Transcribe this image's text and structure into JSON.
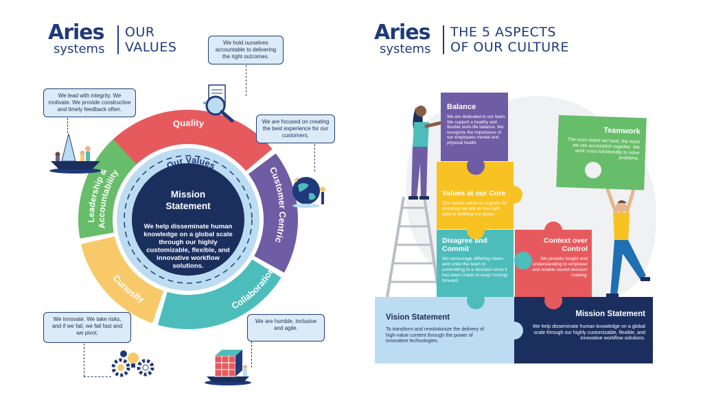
{
  "left": {
    "brand": "Aries",
    "brand_sub": "systems",
    "title_line1": "OUR",
    "title_line2": "VALUES",
    "wheel": {
      "segments": [
        {
          "label": "Quality",
          "color": "#e65a5e"
        },
        {
          "label": "Customer Centric",
          "color": "#6e5da4"
        },
        {
          "label": "Collaboration",
          "color": "#4dbdbc"
        },
        {
          "label": "Curiosity",
          "color": "#f8c969"
        },
        {
          "label": "Leadership & Accountability",
          "color": "#67bd6a"
        }
      ],
      "ring_label": "Our Values",
      "center_title_line1": "Mission",
      "center_title_line2": "Statement",
      "center_text": [
        "We help disseminate human",
        "knowledge on a global scale",
        "through our highly",
        "customizable, flexible, and",
        "innovative workflow",
        "solutions."
      ]
    },
    "bubbles": {
      "quality": "We hold ourselves accountable to delivering the right outcomes.",
      "leadership": "We lead with integrity. We motivate. We provide constructive and timely feedback often.",
      "customer": "We are focused on creating the best experience for our customers.",
      "curiosity": "We innovate. We take risks, and if we fail, we fail fast and we pivot.",
      "collaboration": "We are humble, inclusive and agile."
    }
  },
  "right": {
    "brand": "Aries",
    "brand_sub": "systems",
    "title_line1": "THE 5 ASPECTS",
    "title_line2": "OF OUR CULTURE",
    "pieces": {
      "balance": {
        "title": "Balance",
        "text": "We are dedicated to our team. We support a healthy and flexible work-life balance. We recognize the importance of our employees mental and physical health.",
        "color": "#6e5da4"
      },
      "teamwork": {
        "title": "Teamwork",
        "text": "The more talent we have, the more we can accomplish together. We work cross-functionally to solve problems.",
        "color": "#67bd6a"
      },
      "core": {
        "title": "Values at our Core",
        "text": "Our values serve as a guide for ensuring we are on the right path to fulfilling our goals.",
        "color": "#f8c223"
      },
      "disagree": {
        "title_line1": "Disagree and",
        "title_line2": "Commit",
        "text": "We encourage differing views and unite the team in committing to a decision once it has been made to keep moving forward.",
        "color": "#4dbdbc"
      },
      "context": {
        "title_line1": "Context over",
        "title_line2": "Control",
        "text": "We provide insight and understanding to empower and enable sound decision making.",
        "color": "#e65a5e"
      },
      "vision": {
        "title": "Vision Statement",
        "text": "To transform and revolutionize the delivery of high-value content through the power of innovative technologies.",
        "color": "#bcdcf1"
      },
      "mission": {
        "title": "Mission Statement",
        "text": "We help disseminate human knowledge on a global scale through our highly customizable, flexible, and innovative workflow solutions.",
        "color": "#1b2f5e"
      }
    }
  },
  "icons": {
    "magnifier": "magnifier-icon",
    "globe": "globe-icon",
    "boat": "paper-boat-icon",
    "gears": "gears-icon",
    "cube": "rubiks-cube-icon"
  }
}
